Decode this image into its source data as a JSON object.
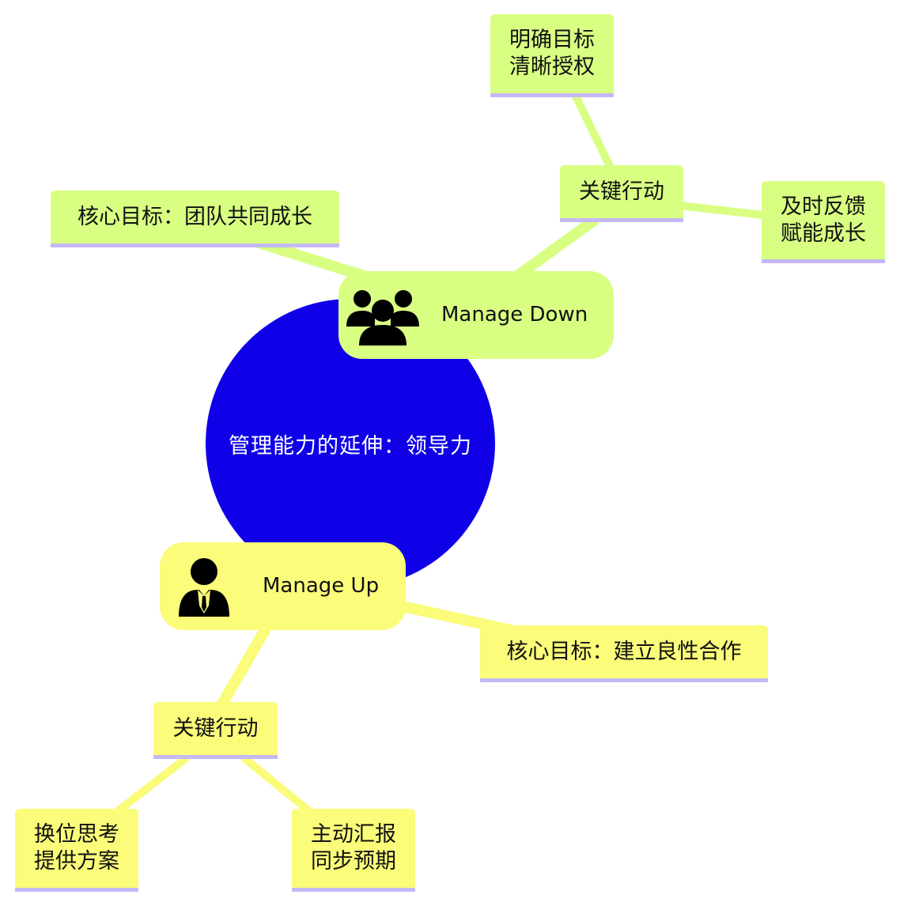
{
  "center": {
    "label": "管理能力的延伸：领导力",
    "color": "#1000e8"
  },
  "manage_down": {
    "label": "Manage Down",
    "icon": "users-group-icon",
    "goal": "核心目标：团队共同成长",
    "actions_label": "关键行动",
    "action1": [
      "明确目标",
      "清晰授权"
    ],
    "action2": [
      "及时反馈",
      "赋能成长"
    ],
    "color": "#d8ff82"
  },
  "manage_up": {
    "label": "Manage Up",
    "icon": "businessman-icon",
    "goal": "核心目标：建立良性合作",
    "actions_label": "关键行动",
    "action1": [
      "换位思考",
      "提供方案"
    ],
    "action2": [
      "主动汇报",
      "同步预期"
    ],
    "color": "#fafc7a"
  }
}
